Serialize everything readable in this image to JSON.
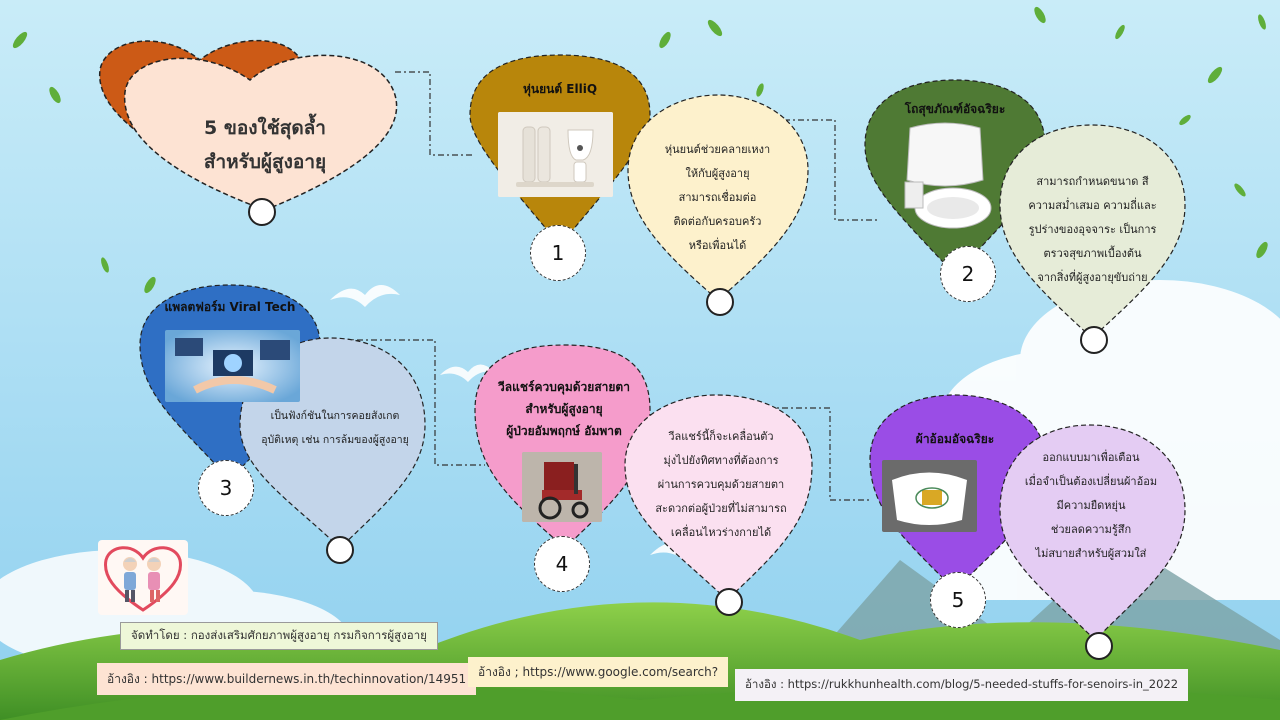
{
  "title": {
    "line1": "5 ของใช้สุดล้ำ",
    "line2": "สำหรับผู้สูงอายุ"
  },
  "items": [
    {
      "number": "1",
      "name": "หุ่นยนต์ ElliQ",
      "desc": [
        "หุ่นยนต์ช่วยคลายเหงา",
        "ให้กับผู้สูงอายุ",
        "สามารถเชื่อมต่อ",
        "ติดต่อกับครอบครัว",
        "หรือเพื่อนได้"
      ],
      "colors": {
        "pin": "#b8860b",
        "bubble": "#fdf1cc"
      }
    },
    {
      "number": "2",
      "name": "โถสุขภัณฑ์อัจฉริยะ",
      "desc": [
        "สามารถกำหนดขนาด สี",
        "ความสม่ำเสมอ ความถี่และ",
        "รูปร่างของอุจจาระ เป็นการ",
        "ตรวจสุขภาพเบื้องต้น",
        "จากสิ่งที่ผู้สูงอายุขับถ่าย"
      ],
      "colors": {
        "pin": "#4f7a34",
        "bubble": "#e6ecd8"
      }
    },
    {
      "number": "3",
      "name": "แพลตฟอร์ม Viral Tech",
      "desc": [
        "เป็นฟังก์ชันในการคอยสังเกต",
        "อุบัติเหตุ เช่น การล้มของผู้สูงอายุ"
      ],
      "colors": {
        "pin": "#2f6fc4",
        "bubble": "#c3d5ea"
      }
    },
    {
      "number": "4",
      "name": "วีลแชร์ควบคุมด้วยสายตา สำหรับผู้สูงอายุ ผู้ป่วยอัมพฤกษ์ อัมพาต",
      "name_lines": [
        "วีลแชร์ควบคุมด้วยสายตา",
        "สำหรับผู้สูงอายุ",
        "ผู้ป่วยอัมพฤกษ์ อัมพาต"
      ],
      "desc": [
        "วีลแชร์นี้ก็จะเคลื่อนตัว",
        "มุ่งไปยังทิศทางที่ต้องการ",
        "ผ่านการควบคุมด้วยสายตา",
        "สะดวกต่อผู้ป่วยที่ไม่สามารถ",
        "เคลื่อนไหวร่างกายได้"
      ],
      "colors": {
        "pin": "#f59ccb",
        "bubble": "#fbe0f0"
      }
    },
    {
      "number": "5",
      "name": "ผ้าอ้อมอัจฉริยะ",
      "desc": [
        "ออกแบบมาเพื่อเตือน",
        "เมื่อจำเป็นต้องเปลี่ยนผ้าอ้อม",
        "มีความยืดหยุ่น",
        "ช่วยลดความรู้สึก",
        "ไม่สบายสำหรับผู้สวมใส่"
      ],
      "colors": {
        "pin": "#9a4de6",
        "bubble": "#e4ccf3"
      }
    }
  ],
  "credit": "จัดทำโดย : กองส่งเสริมศักยภาพผู้สูงอายุ กรมกิจการผู้สูงอายุ",
  "references": [
    "อ้างอิง : https://www.buildernews.in.th/techinnovation/14951",
    "อ้างอิง ; https://www.google.com/search?",
    "อ้างอิง : https://rukkhunhealth.com/blog/5-needed-stuffs-for-senoirs-in_2022"
  ],
  "icons": {
    "logo": "elderly-couple-heart-logo"
  },
  "colors": {
    "sky": "#bfe6f5",
    "grass": "#6fbf3a",
    "heart_back": "#cc5a16",
    "heart_front": "#fde3d3"
  }
}
